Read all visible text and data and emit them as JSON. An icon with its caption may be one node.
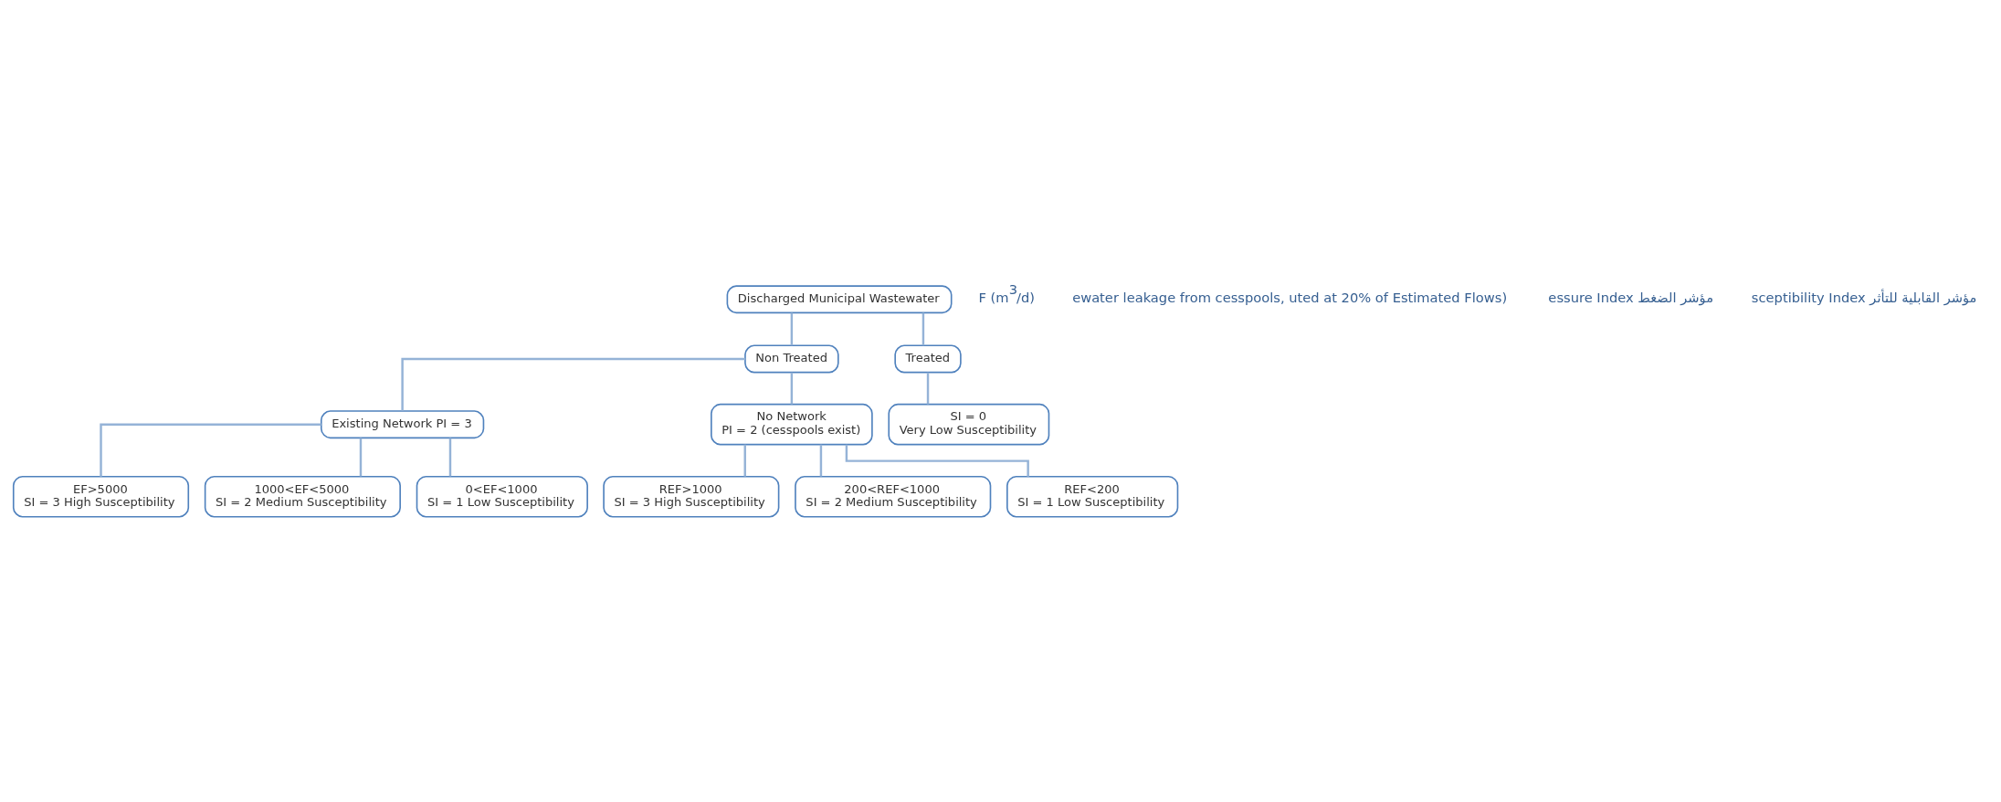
{
  "diagram": {
    "nodes": [
      {
        "text": [
          "Discharged Municipal Wastewater"
        ]
      },
      {
        "text": [
          "Non Treated"
        ]
      },
      {
        "text": [
          "Treated"
        ]
      },
      {
        "text": [
          "Existing Network PI = 3"
        ]
      },
      {
        "text": [
          "No Network",
          "PI = 2 (cesspools exist)"
        ]
      },
      {
        "text": [
          "SI = 0",
          "Very Low Susceptibility"
        ]
      },
      {
        "text": [
          "EF>5000",
          "SI = 3 High Susceptibility"
        ]
      },
      {
        "text": [
          "1000<EF<5000",
          "SI = 2 Medium Susceptibility"
        ]
      },
      {
        "text": [
          "0<EF<1000",
          "SI = 1 Low Susceptibility"
        ]
      },
      {
        "text": [
          "REF>1000",
          "SI = 3 High Susceptibility"
        ]
      },
      {
        "text": [
          "200<REF<1000",
          "SI = 2 Medium Susceptibility"
        ]
      },
      {
        "text": [
          "REF<200",
          "SI = 1 Low Susceptibility"
        ]
      }
    ],
    "edges": [
      {
        "from": 0,
        "to": 1,
        "arrow": "none"
      },
      {
        "from": 0,
        "to": 2,
        "arrow": "none"
      },
      {
        "from": 1,
        "to": 3,
        "arrow": "none"
      },
      {
        "from": 1,
        "to": 4,
        "arrow": "none"
      },
      {
        "from": 2,
        "to": 5,
        "arrow": "none"
      },
      {
        "from": 3,
        "to": 6,
        "arrow": "none"
      },
      {
        "from": 3,
        "to": 7,
        "arrow": "none"
      },
      {
        "from": 3,
        "to": 8,
        "arrow": "none"
      },
      {
        "from": 4,
        "to": 9,
        "arrow": "none"
      },
      {
        "from": 4,
        "to": 10,
        "arrow": "none"
      },
      {
        "from": 4,
        "to": 11,
        "arrow": "none"
      }
    ],
    "labels": [
      "F (m$^{3}$/d)",
      "ewater leakage from cesspools, uted at 20% of Estimated Flows)",
      "essure Index مؤشر الضغط",
      "sceptibility Index مؤشر القابلية للتأثر"
    ]
  }
}
